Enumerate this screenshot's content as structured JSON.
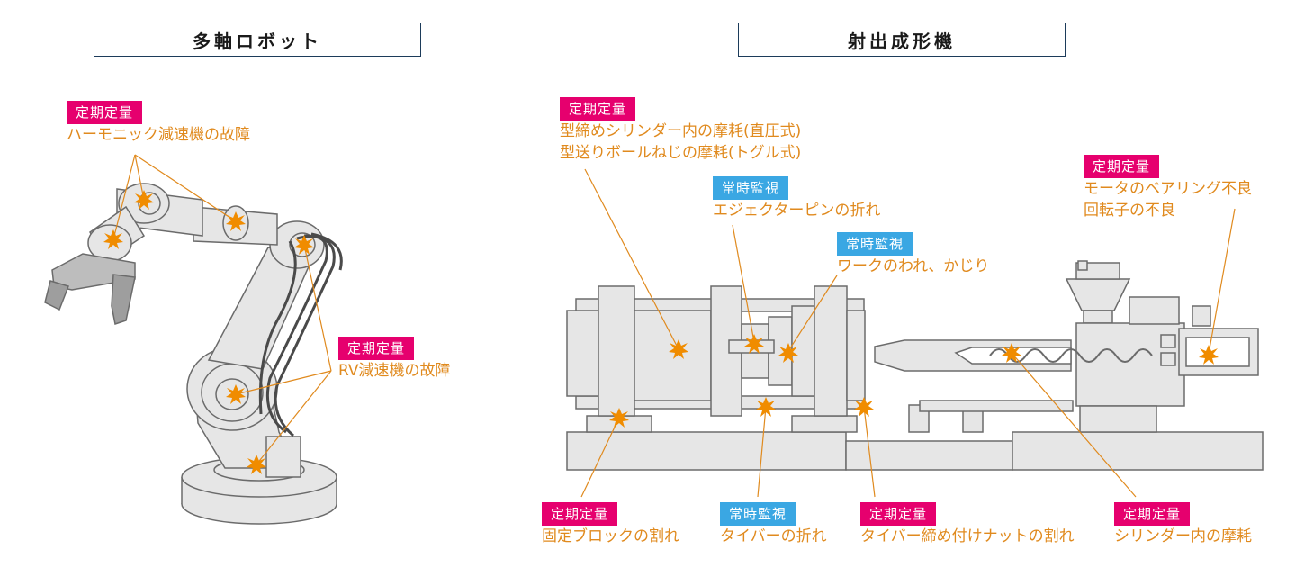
{
  "titles": {
    "robot": "多軸ロボット",
    "molding": "射出成形機"
  },
  "annotations": [
    {
      "id": "harmonic",
      "tag": "定期定量",
      "tag_color": "#e6006e",
      "lines": [
        "ハーモニック減速機の故障"
      ]
    },
    {
      "id": "rv",
      "tag": "定期定量",
      "tag_color": "#e6006e",
      "lines": [
        "RV減速機の故障"
      ]
    },
    {
      "id": "clamp-cyl",
      "tag": "定期定量",
      "tag_color": "#e6006e",
      "lines": [
        "型締めシリンダー内の摩耗(直圧式)",
        "型送りボールねじの摩耗(トグル式)"
      ]
    },
    {
      "id": "ejector",
      "tag": "常時監視",
      "tag_color": "#3aa7e3",
      "lines": [
        "エジェクターピンの折れ"
      ]
    },
    {
      "id": "work",
      "tag": "常時監視",
      "tag_color": "#3aa7e3",
      "lines": [
        "ワークのわれ、かじり"
      ]
    },
    {
      "id": "motor",
      "tag": "定期定量",
      "tag_color": "#e6006e",
      "lines": [
        "モータのベアリング不良",
        "回転子の不良"
      ]
    },
    {
      "id": "block",
      "tag": "定期定量",
      "tag_color": "#e6006e",
      "lines": [
        "固定ブロックの割れ"
      ]
    },
    {
      "id": "tiebar",
      "tag": "常時監視",
      "tag_color": "#3aa7e3",
      "lines": [
        "タイバーの折れ"
      ]
    },
    {
      "id": "nut",
      "tag": "定期定量",
      "tag_color": "#e6006e",
      "lines": [
        "タイバー締め付けナットの割れ"
      ]
    },
    {
      "id": "cyl-wear",
      "tag": "定期定量",
      "tag_color": "#e6006e",
      "lines": [
        "シリンダー内の摩耗"
      ]
    }
  ],
  "colors": {
    "accent_line": "#e08a1e",
    "burst": "#f08c00",
    "machine_fill": "#e6e6e6",
    "machine_stroke": "#6b6b6b"
  }
}
